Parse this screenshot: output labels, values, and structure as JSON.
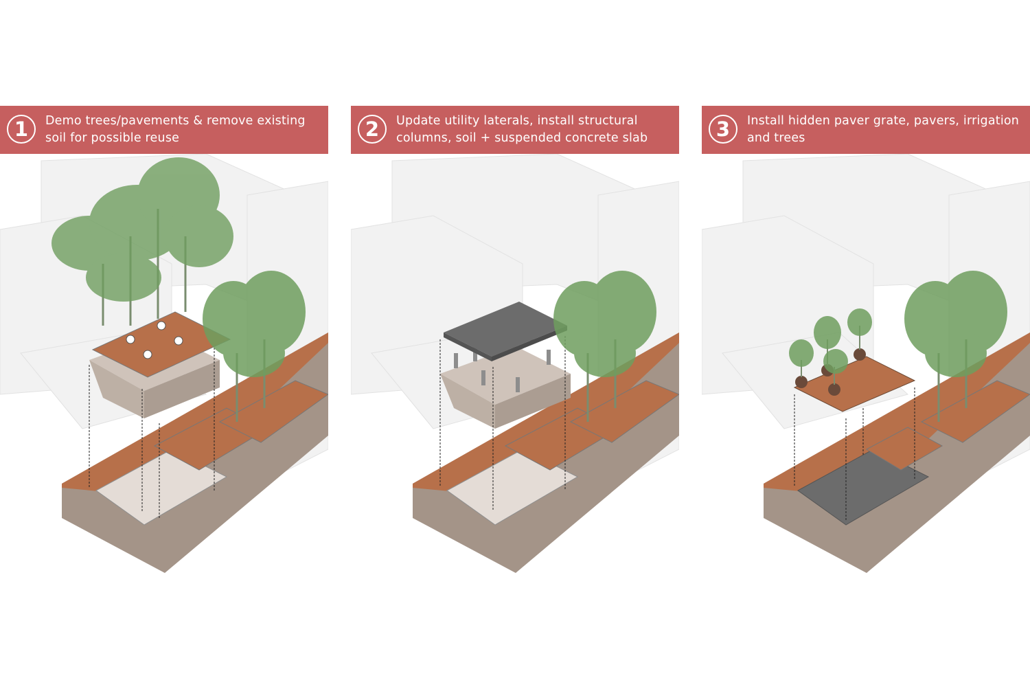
{
  "steps": [
    {
      "number": "1",
      "text": "Demo trees/pavements & remove existing soil for possible reuse"
    },
    {
      "number": "2",
      "text": "Update utility laterals, install structural columns, soil + suspended concrete slab"
    },
    {
      "number": "3",
      "text": "Install hidden paver grate, pavers, irrigation and trees"
    }
  ],
  "colors": {
    "banner": "#c65f5f",
    "wood": "#b7704a",
    "soil": "#a49488",
    "concrete": "#6c6c6c",
    "foliage": "#6f9e5f",
    "building": "#f1f1f1"
  }
}
